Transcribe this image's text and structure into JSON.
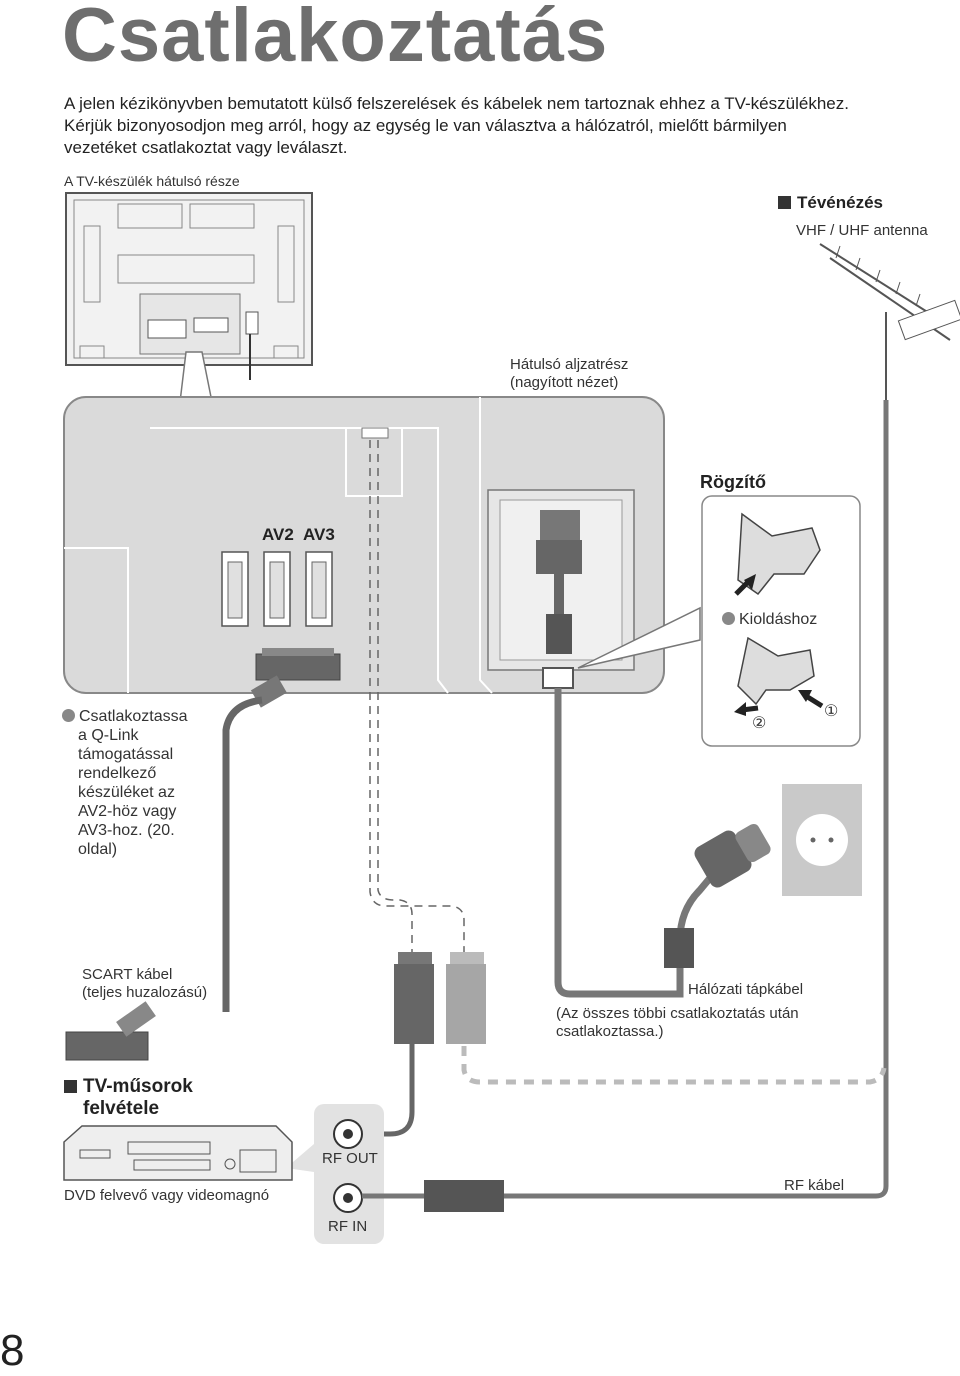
{
  "page": {
    "title": "Csatlakoztatás",
    "intro_lines": [
      "A jelen kézikönyvben bemutatott külső felszerelések és kábelek nem tartoznak ehhez a TV-készülékhez.",
      "Kérjük bizonyosodjon meg arról, hogy az egység le van választva a hálózatról, mielőtt bármilyen",
      "vezetéket csatlakoztat vagy leválaszt."
    ],
    "page_number": "8"
  },
  "diagram": {
    "tv_back_label": "A TV-készülék hátulsó része",
    "tv_reception_heading": "Tévénézés",
    "antenna_label": "VHF / UHF antenna",
    "rear_terminal_lines": [
      "Hátulsó aljzatrész",
      "(nagyított nézet)"
    ],
    "clamp_heading": "Rögzítő",
    "release_label": "Kioldáshoz",
    "step_1": "①",
    "step_2": "②",
    "av2_label": "AV2",
    "av3_label": "AV3",
    "qlink_note_lines": [
      "Csatlakoztassa",
      "a Q-Link",
      "támogatással",
      "rendelkező",
      "készüléket az",
      "AV2-höz vagy",
      "AV3-hoz. (20.",
      "oldal)"
    ],
    "scart_cable_lines": [
      "SCART kábel",
      "(teljes huzalozású)"
    ],
    "mains_lead_label": "Hálózati tápkábel",
    "mains_note_lines": [
      "(Az összes többi csatlakoztatás után",
      "csatlakoztassa.)"
    ],
    "recording_heading_lines": [
      "TV-műsorok",
      "felvétele"
    ],
    "recorder_label": "DVD felvevő vagy videomagnó",
    "rf_out_label": "RF OUT",
    "rf_in_label": "RF IN",
    "rf_cable_label": "RF kábel"
  },
  "colors": {
    "title_gray": "#6e6e6e",
    "panel_fill": "#d9d9d9",
    "panel_stroke": "#8a8a8a",
    "cable_dark": "#555555",
    "cable_light": "#9a9a9a"
  }
}
